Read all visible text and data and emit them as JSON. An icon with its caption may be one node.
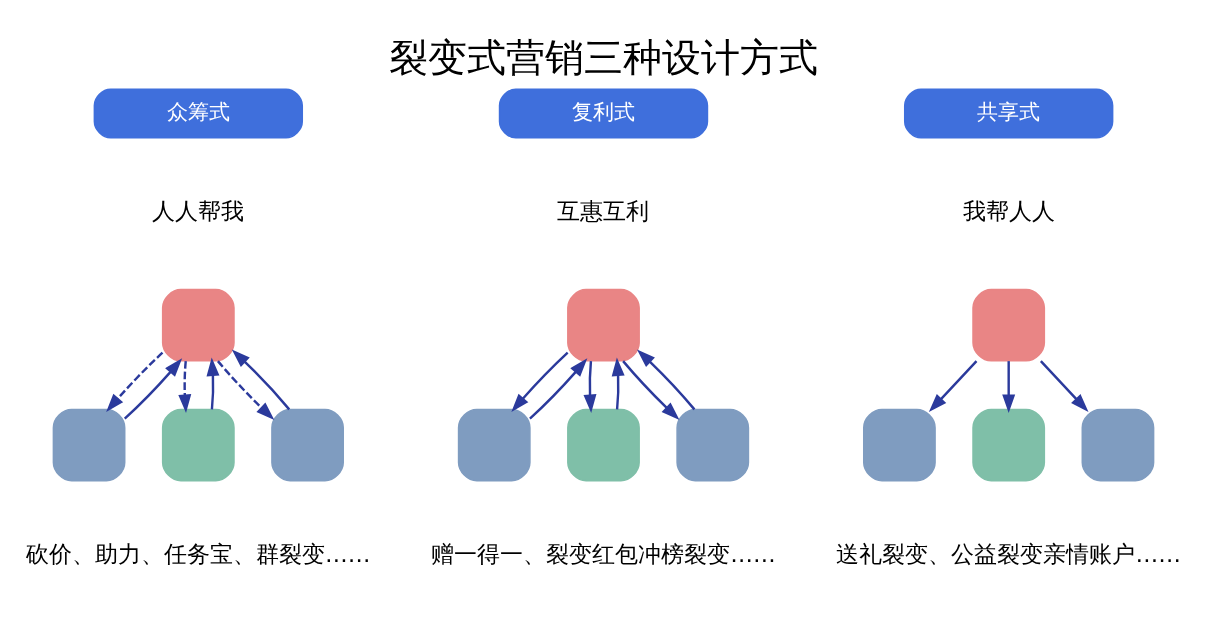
{
  "diagram": {
    "title": "裂变式营销三种设计方式",
    "nodes": [
      {
        "text": [
          "众筹式"
        ]
      },
      {
        "text": [],
        "shape": "person"
      },
      {
        "text": [],
        "shape": "person"
      },
      {
        "text": [],
        "shape": "person"
      },
      {
        "text": [],
        "shape": "person"
      },
      {
        "text": [
          "复利式"
        ]
      },
      {
        "text": [],
        "shape": "person"
      },
      {
        "text": [],
        "shape": "person"
      },
      {
        "text": [],
        "shape": "person"
      },
      {
        "text": [],
        "shape": "person"
      },
      {
        "text": [
          "共享式"
        ]
      },
      {
        "text": [],
        "shape": "person"
      },
      {
        "text": [],
        "shape": "person"
      },
      {
        "text": [],
        "shape": "person"
      },
      {
        "text": [],
        "shape": "person"
      }
    ],
    "edges": [
      {
        "from": 1,
        "to": 2,
        "arrow": "to",
        "style": "dashed"
      },
      {
        "from": 2,
        "to": 1,
        "arrow": "to"
      },
      {
        "from": 1,
        "to": 3,
        "arrow": "to",
        "style": "dashed"
      },
      {
        "from": 3,
        "to": 1,
        "arrow": "to"
      },
      {
        "from": 1,
        "to": 4,
        "arrow": "to",
        "style": "dashed"
      },
      {
        "from": 4,
        "to": 1,
        "arrow": "to"
      },
      {
        "from": 6,
        "to": 7,
        "arrow": "to"
      },
      {
        "from": 7,
        "to": 6,
        "arrow": "to"
      },
      {
        "from": 6,
        "to": 8,
        "arrow": "to"
      },
      {
        "from": 8,
        "to": 6,
        "arrow": "to"
      },
      {
        "from": 6,
        "to": 9,
        "arrow": "to"
      },
      {
        "from": 9,
        "to": 6,
        "arrow": "to"
      },
      {
        "from": 11,
        "to": 12,
        "arrow": "to"
      },
      {
        "from": 11,
        "to": 13,
        "arrow": "to"
      },
      {
        "from": 11,
        "to": 14,
        "arrow": "to"
      }
    ],
    "labels": [
      "人人帮我",
      "互惠互利",
      "我帮人人",
      "砍价、助力、任务宝、群裂变……",
      "赠一得一、裂变红包冲榜裂变……",
      "送礼裂变、公益裂变亲情账户……"
    ]
  }
}
